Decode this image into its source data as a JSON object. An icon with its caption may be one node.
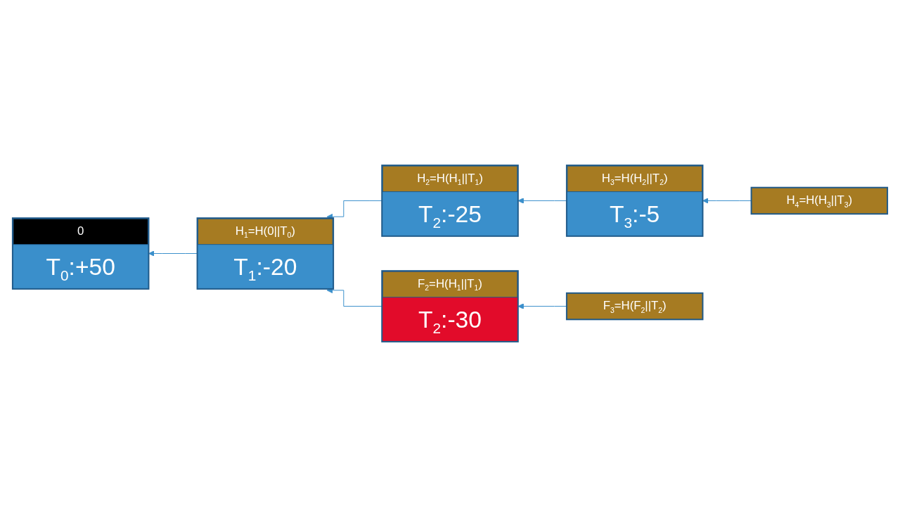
{
  "diagram": {
    "nodes": [
      {
        "text": [
          "0",
          "T$_{0}$:+50"
        ]
      },
      {
        "text": [
          "H$_{1}$=H(0||T$_{0}$)",
          "T$_{1}$:-20"
        ]
      },
      {
        "text": [
          "H$_{2}$=H(H$_{1}$||T$_{1}$)",
          "T$_{2}$:-25"
        ]
      },
      {
        "text": [
          "H$_{3}$=H(H$_{2}$||T$_{2}$)",
          "T$_{3}$:-5"
        ]
      },
      {
        "text": [
          "H$_{4}$=H(H$_{3}$||T$_{3}$)"
        ]
      },
      {
        "text": [
          "F$_{2}$=H(H$_{1}$||T$_{1}$)",
          "T$_{2}$:-30"
        ]
      },
      {
        "text": [
          "F$_{3}$=H(F$_{2}$||T$_{2}$)"
        ]
      }
    ],
    "edges": [
      {
        "from": 1,
        "to": 0,
        "arrow": "to"
      },
      {
        "from": 2,
        "to": 1,
        "arrow": "to"
      },
      {
        "from": 3,
        "to": 2,
        "arrow": "to"
      },
      {
        "from": 4,
        "to": 3,
        "arrow": "to"
      },
      {
        "from": 5,
        "to": 1,
        "arrow": "to"
      },
      {
        "from": 6,
        "to": 5,
        "arrow": "to"
      }
    ]
  }
}
